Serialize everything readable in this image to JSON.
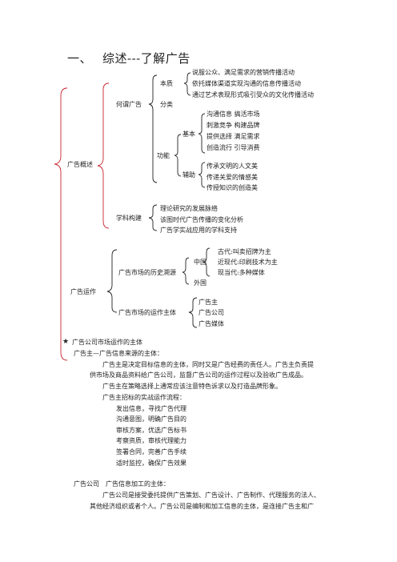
{
  "heading": {
    "number": "一、",
    "title": "综述---了解广告"
  },
  "tree": {
    "ad_overview": "广告概述",
    "what_is_ad": "何谓广告",
    "essence": "本质",
    "essence_items": [
      "说服公众、满足需求的营销传播活动",
      "依托媒体渠道实现沟通的信息传播活动",
      "通过艺术表现形式吸引受众的文化传播活动"
    ],
    "classification": "分类",
    "function": "功能",
    "basic": "基本",
    "basic_items": [
      "沟通信息 搞活市场",
      "刺激竞争 构建品牌",
      "提供选择 满足需求",
      "创造流行 引导消费"
    ],
    "auxiliary": "辅助",
    "auxiliary_items": [
      "传承文明的人文美",
      "传递关爱的情感美",
      "传授知识的创造美"
    ],
    "discipline": "学科构建",
    "discipline_items": [
      "理论研究的发展脉络",
      "该图时代广告传播的变化分析",
      "广告学实战应用的学科支持"
    ],
    "ad_operation": "广告运作",
    "history": "广告市场的历史溯源",
    "china": "中国",
    "china_items": [
      "古代:叫卖招牌为主",
      "近现代:印刷技术为主",
      "现当代:多种媒体"
    ],
    "foreign": "外国",
    "subjects": "广告市场的运作主体",
    "subject_items": [
      "广告主",
      "广告公司",
      "广告媒体"
    ]
  },
  "body": {
    "star": "★",
    "section_title": "广告公司市场运作的主体",
    "advertiser_head": "广告主—广告信息来源的主体：",
    "p1_l1": "广告主是决定目标信息的主体，同时又是广告经费的责任人。广告主负责提",
    "p1_l2": "供市场及商品资料给广告公司，监督广告公司的运作过程以及验收广告成品。",
    "p2": "广告主在策略选择上通常应该注意特色诉求以及打造品牌形象。",
    "p3": "广告主招标的实战运作流程：",
    "steps": [
      "发出信息，寻找广告代理",
      "沟通意图，明确广告目的",
      "审核方案，优选广告标书",
      "考察资质，审核代理能力",
      "签署合同，完善广告手续",
      "适时监控，确保广告效果"
    ],
    "agency_label": "广告公司",
    "agency_head": "广告信息加工的主体：",
    "p4_l1": "广告公司是接受委托提供广告策划、广告设计、广告制作、代理服务的法人、",
    "p4_l2": "其他经济组织或者个人。广告公司是编制和加工信息的主体，是连接广告主和广"
  }
}
